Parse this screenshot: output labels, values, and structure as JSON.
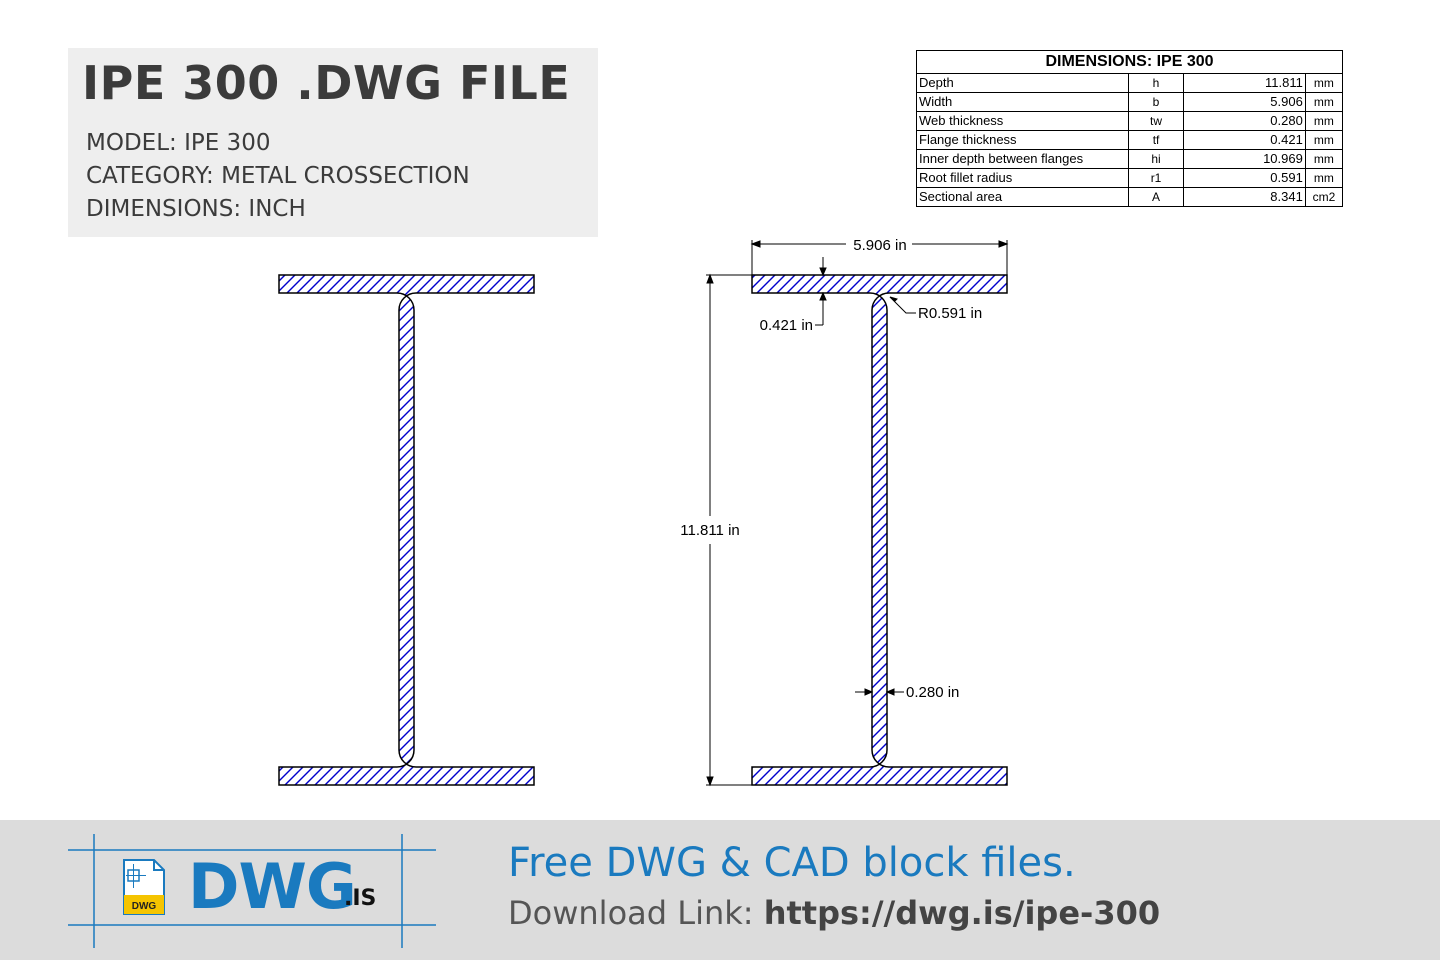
{
  "info": {
    "title": "IPE 300 .DWG FILE",
    "model": "MODEL:  IPE 300",
    "category": "CATEGORY:  METAL CROSSECTION",
    "dimensions": "DIMENSIONS:  INCH"
  },
  "table": {
    "title": "DIMENSIONS: IPE 300",
    "rows": [
      {
        "name": "Depth",
        "symbol": "h",
        "value": "11.811",
        "unit": "mm"
      },
      {
        "name": "Width",
        "symbol": "b",
        "value": "5.906",
        "unit": "mm"
      },
      {
        "name": "Web thickness",
        "symbol": "tw",
        "value": "0.280",
        "unit": "mm"
      },
      {
        "name": "Flange thickness",
        "symbol": "tf",
        "value": "0.421",
        "unit": "mm"
      },
      {
        "name": "Inner depth between flanges",
        "symbol": "hi",
        "value": "10.969",
        "unit": "mm"
      },
      {
        "name": "Root fillet radius",
        "symbol": "r1",
        "value": "0.591",
        "unit": "mm"
      },
      {
        "name": "Sectional area",
        "symbol": "A",
        "value": "8.341",
        "unit": "cm2"
      }
    ]
  },
  "drawing": {
    "width_label": "5.906 in",
    "depth_label": "11.811 in",
    "flange_label": "0.421 in",
    "radius_label": "R0.591 in",
    "web_label": "0.280 in",
    "section_color": "#0000cc"
  },
  "footer": {
    "brand": "DWG",
    "brand_suffix": ".IS",
    "file_badge": "DWG",
    "tagline": "Free DWG & CAD block files.",
    "download_label": "Download Link: ",
    "download_url": "https://dwg.is/ipe-300",
    "brand_color": "#1a7abf"
  }
}
